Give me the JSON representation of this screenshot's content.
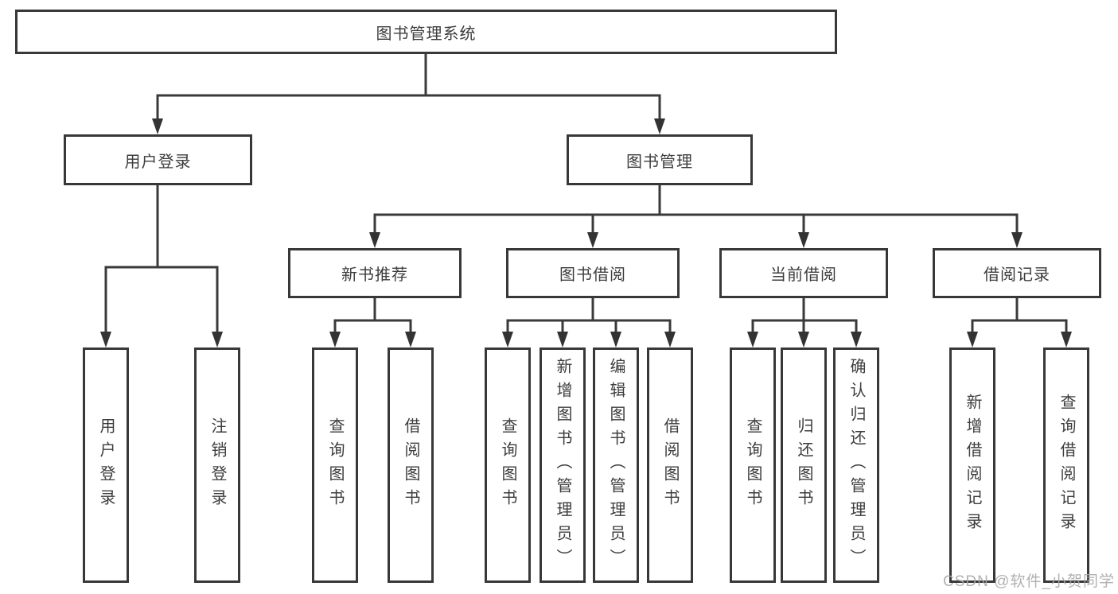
{
  "diagram": {
    "title": "图书管理系统",
    "root": {
      "label": "图书管理系统"
    },
    "level2": [
      {
        "label": "用户登录"
      },
      {
        "label": "图书管理"
      }
    ],
    "level3": [
      {
        "label": "新书推荐"
      },
      {
        "label": "图书借阅"
      },
      {
        "label": "当前借阅"
      },
      {
        "label": "借阅记录"
      }
    ],
    "leaves": {
      "user_login": [
        {
          "label": "用户登录"
        },
        {
          "label": "注销登录"
        }
      ],
      "new_book_recommend": [
        {
          "label": "查询图书"
        },
        {
          "label": "借阅图书"
        }
      ],
      "book_borrow": [
        {
          "label": "查询图书"
        },
        {
          "label": "新增图书（管理员）"
        },
        {
          "label": "编辑图书（管理员）"
        },
        {
          "label": "借阅图书"
        }
      ],
      "current_borrow": [
        {
          "label": "查询图书"
        },
        {
          "label": "归还图书"
        },
        {
          "label": "确认归还（管理员）"
        }
      ],
      "borrow_records": [
        {
          "label": "新增借阅记录"
        },
        {
          "label": "查询借阅记录"
        }
      ]
    }
  },
  "watermark": {
    "text": "CSDN @软件_小贺同学"
  },
  "colors": {
    "line": "#3a3a3a",
    "box_border": "#383838",
    "text": "#3d3d3d",
    "watermark": "#a8a8a8",
    "background": "#ffffff"
  }
}
